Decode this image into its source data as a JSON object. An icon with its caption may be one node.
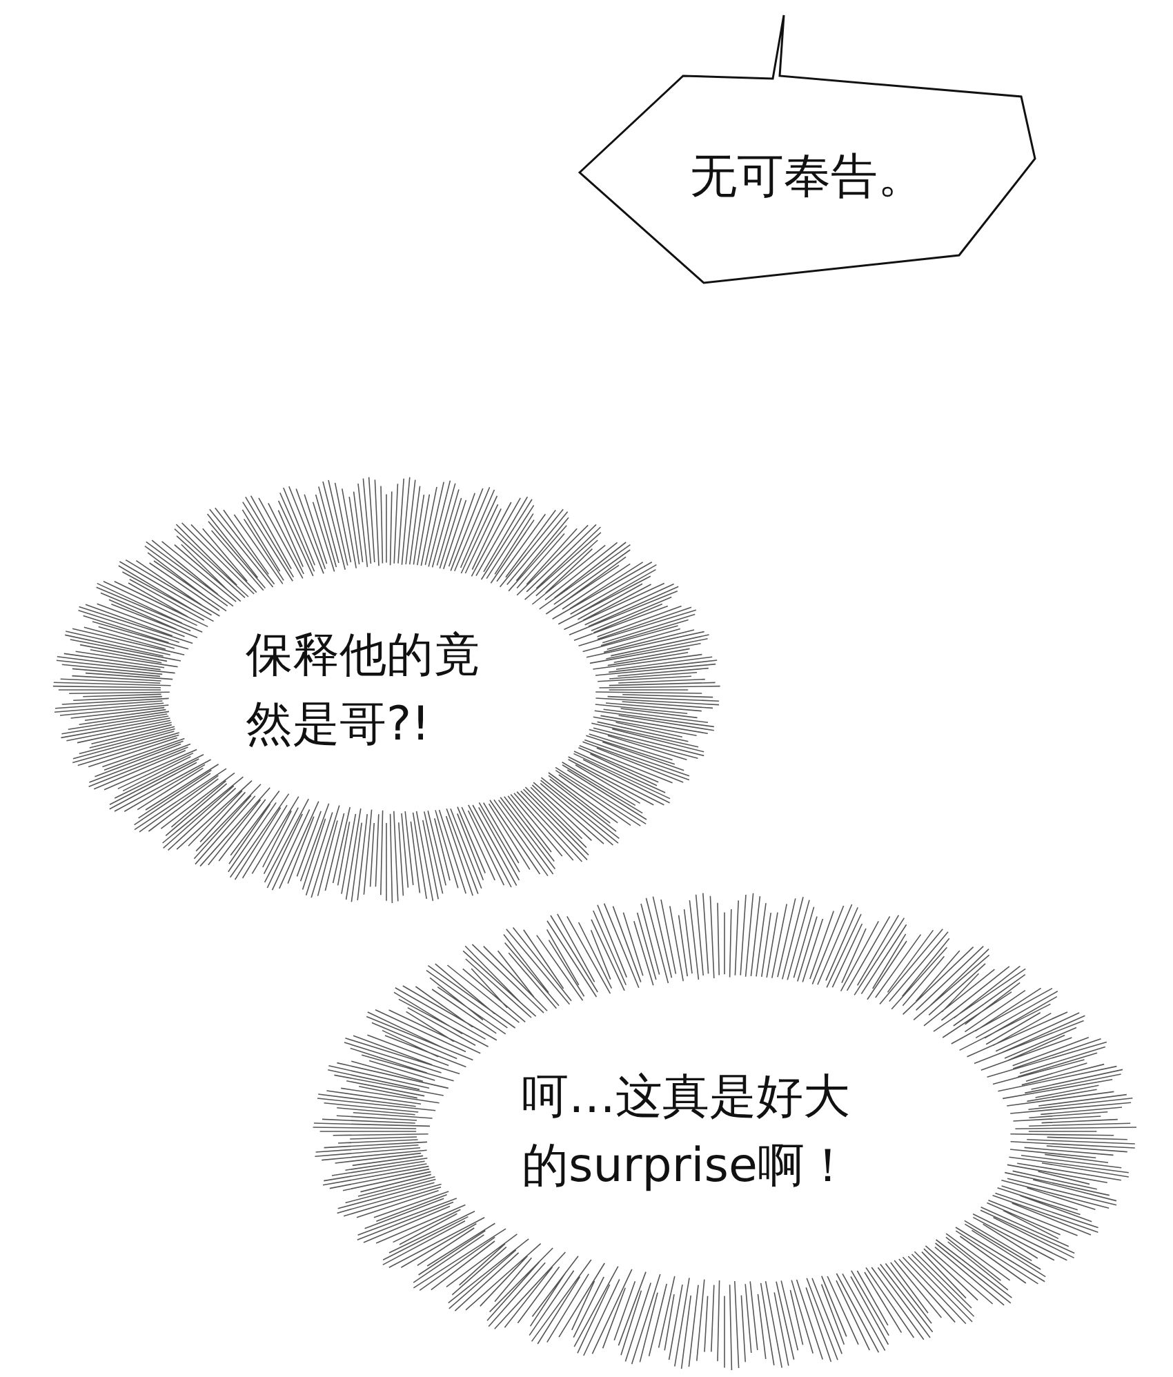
{
  "diagram": {
    "nodes": [
      {
        "text": [
          "无可奉告。"
        ]
      },
      {
        "text": [
          "保释他的竟然是哥?!"
        ]
      },
      {
        "text": [
          "呵…这真是好大的surprise啊！"
        ]
      }
    ],
    "edges": []
  }
}
